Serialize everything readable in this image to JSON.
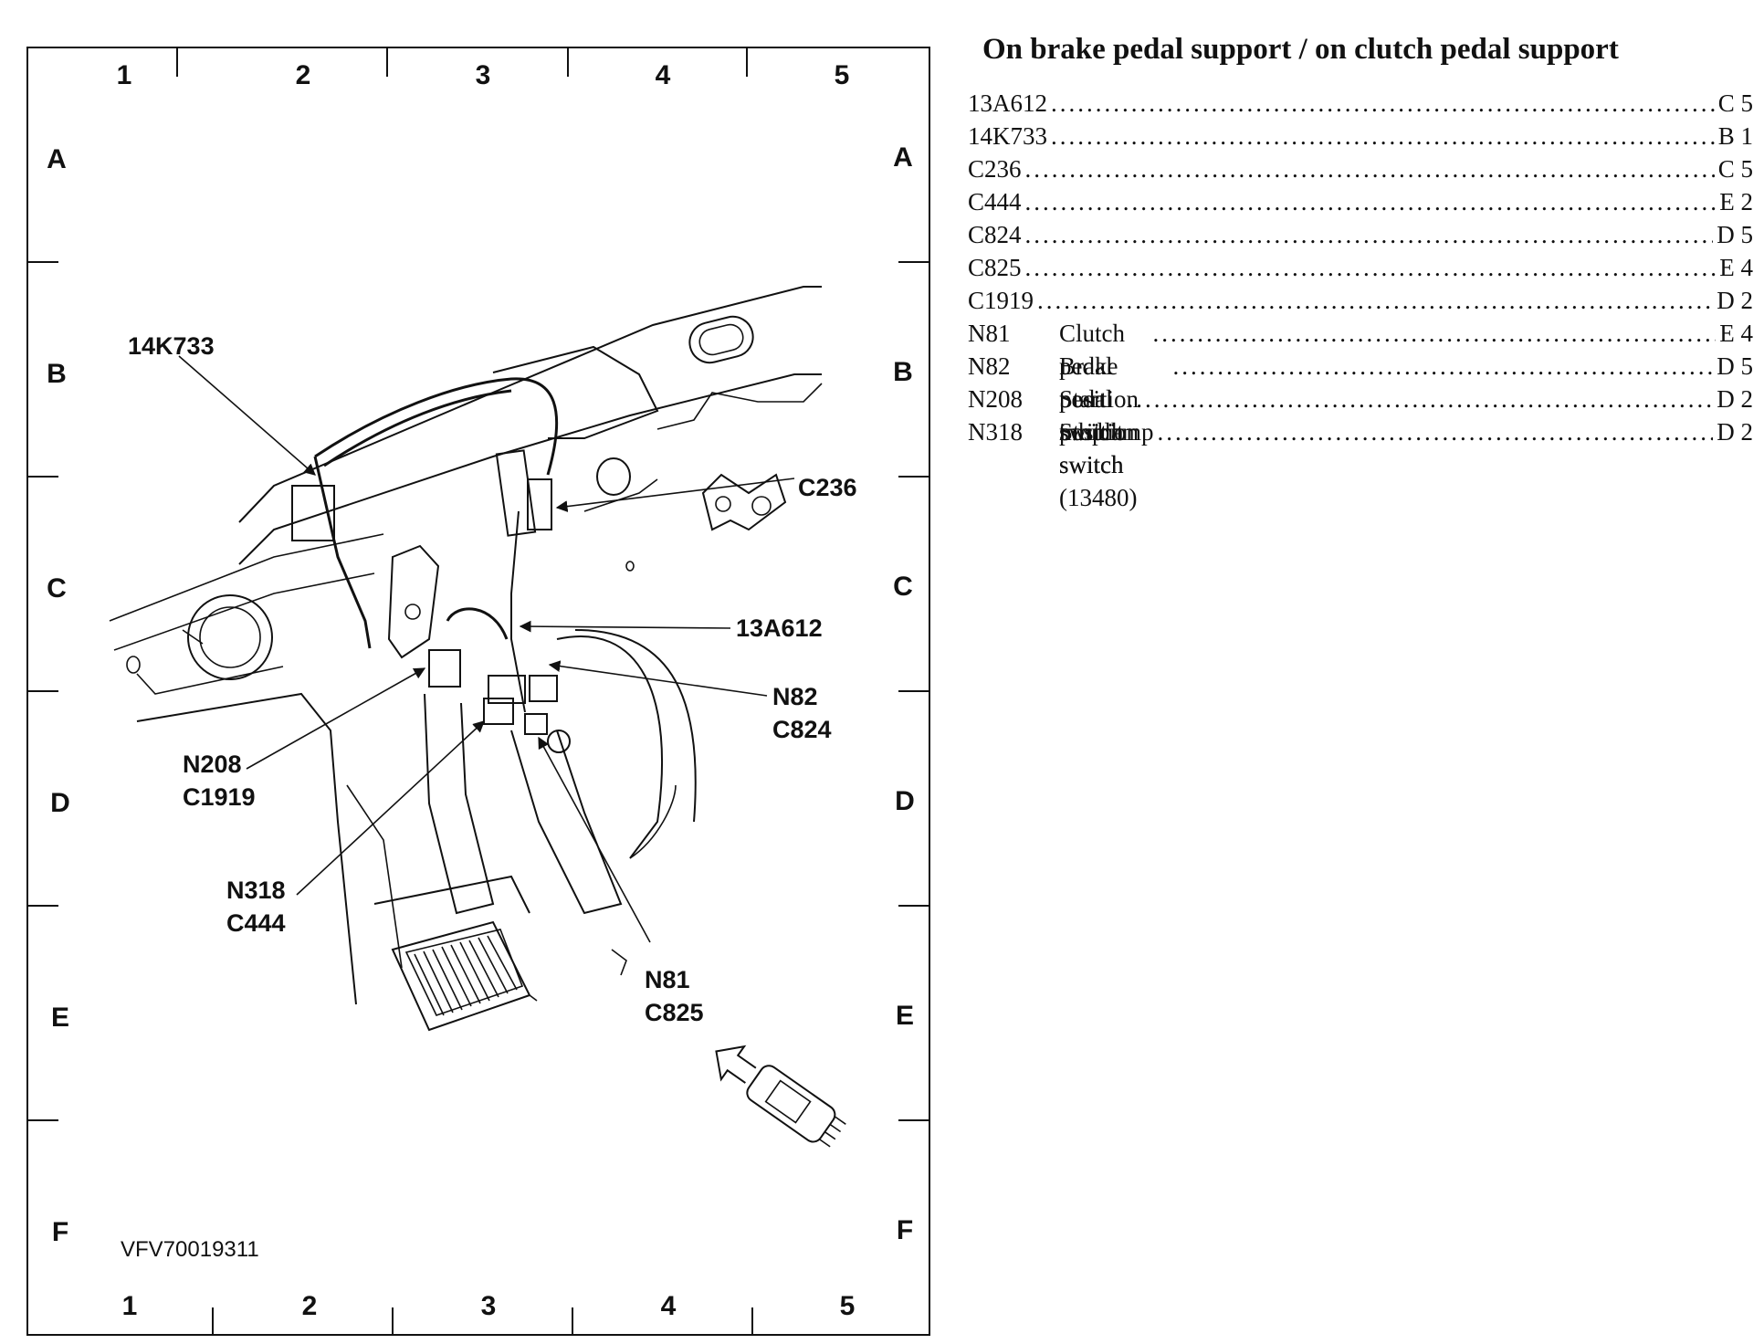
{
  "grid": {
    "columns": [
      "1",
      "2",
      "3",
      "4",
      "5"
    ],
    "rows": [
      "A",
      "B",
      "C",
      "D",
      "E",
      "F"
    ]
  },
  "callouts": {
    "c14k733": "14K733",
    "c236": "C236",
    "c13a612": "13A612",
    "n82": "N82",
    "c824": "C824",
    "n208": "N208",
    "c1919": "C1919",
    "n318": "N318",
    "c444": "C444",
    "n81": "N81",
    "c825": "C825"
  },
  "reference_code": "VFV70019311",
  "legend": {
    "title": "On brake pedal support / on clutch pedal support",
    "entries": [
      {
        "code": "13A612",
        "description": "",
        "location": "C 5"
      },
      {
        "code": "14K733",
        "description": "",
        "location": "B 1"
      },
      {
        "code": "C236",
        "description": "",
        "location": "C 5"
      },
      {
        "code": "C444",
        "description": "",
        "location": "E 2"
      },
      {
        "code": "C824",
        "description": "",
        "location": "D 5"
      },
      {
        "code": "C825",
        "description": "",
        "location": "E 4"
      },
      {
        "code": "C1919",
        "description": "",
        "location": "D 2"
      },
      {
        "code": "N81",
        "description": "Clutch pedal position switch",
        "location": "E 4"
      },
      {
        "code": "N82",
        "description": "Brake pedal position switch (13480)",
        "location": "D 5"
      },
      {
        "code": "N208",
        "description": "Start inhibit switch",
        "location": "D 2"
      },
      {
        "code": "N318",
        "description": "Stoplamp switch",
        "location": "D 2"
      }
    ]
  }
}
